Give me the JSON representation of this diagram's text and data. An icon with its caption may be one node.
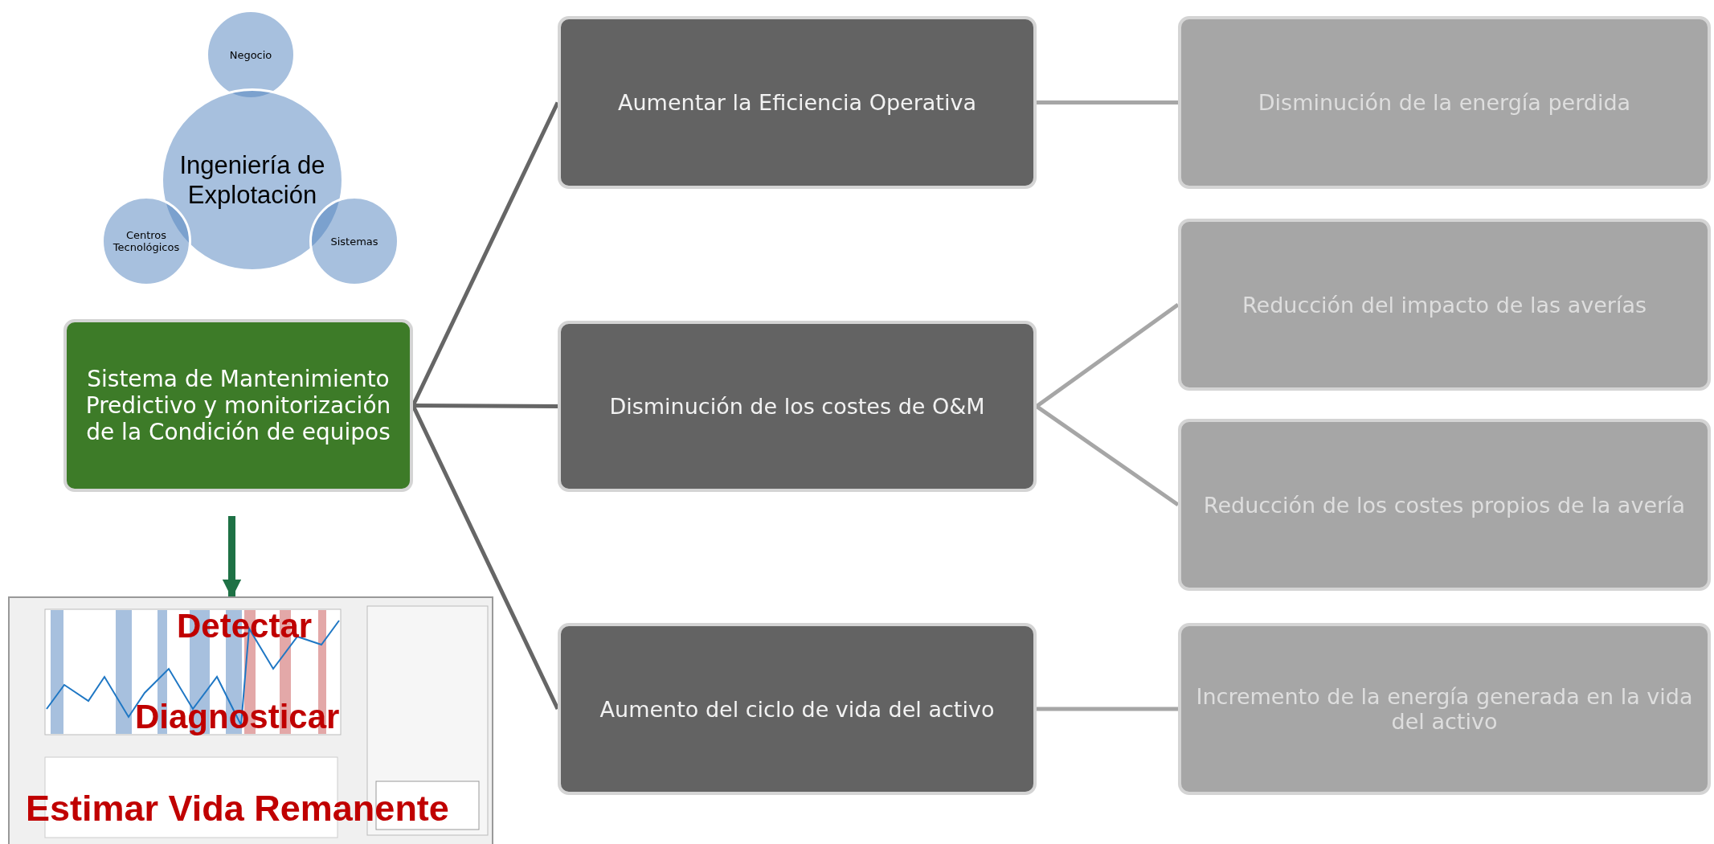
{
  "diagram": {
    "nodes": [
      {
        "text": [
          "Negocio"
        ]
      },
      {
        "text": [
          "Ingeniería de Explotación"
        ]
      },
      {
        "text": [
          "Centros Tecnológicos"
        ]
      },
      {
        "text": [
          "Sistemas"
        ]
      },
      {
        "text": [
          "Sistema de Mantenimiento Predictivo y monitorización de la Condición de equipos"
        ]
      },
      {
        "text": [
          "Aumentar la Eficiencia Operativa"
        ]
      },
      {
        "text": [
          "Disminución de la energía perdida"
        ]
      },
      {
        "text": [
          "Reducción del impacto de las averías"
        ]
      },
      {
        "text": [
          "Disminución de los costes de O&M"
        ]
      },
      {
        "text": [
          "Reducción de los costes propios de la avería"
        ]
      },
      {
        "text": [
          "Aumento del ciclo de vida del activo"
        ]
      },
      {
        "text": [
          "Incremento de la energía generada en la vida del activo"
        ]
      },
      {
        "text": [],
        "shape": "picture"
      }
    ],
    "edges": [
      {
        "from": 4,
        "to": 5,
        "arrow": "none",
        "color": "#666666"
      },
      {
        "from": 4,
        "to": 8,
        "arrow": "none",
        "color": "#666666"
      },
      {
        "from": 4,
        "to": 10,
        "arrow": "none",
        "color": "#666666"
      },
      {
        "from": 5,
        "to": 6,
        "arrow": "none"
      },
      {
        "from": 8,
        "to": 7,
        "arrow": "none"
      },
      {
        "from": 8,
        "to": 9,
        "arrow": "none"
      },
      {
        "from": 10,
        "to": 11,
        "arrow": "none"
      },
      {
        "from": 4,
        "to": 12,
        "arrow": "to",
        "style": "thick",
        "color": "#1e7145"
      }
    ],
    "labels": [
      "Detectar",
      "Diagnosticar",
      "Estimar Vida Remanente"
    ]
  }
}
